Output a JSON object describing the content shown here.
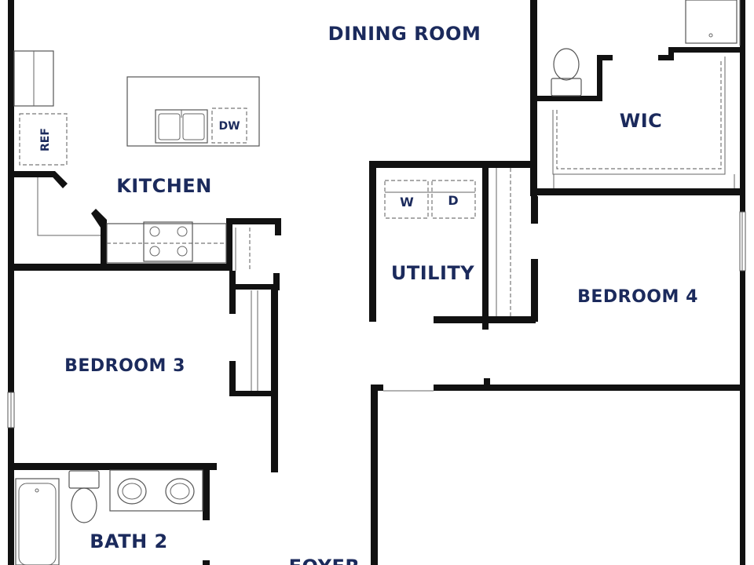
{
  "rooms": {
    "dining_room": "DINING ROOM",
    "wic": "WIC",
    "kitchen": "KITCHEN",
    "utility": "UTILITY",
    "bedroom_4": "BEDROOM 4",
    "bedroom_3": "BEDROOM 3",
    "bath_2": "BATH 2",
    "foyer": "FOYER"
  },
  "appliances": {
    "refrigerator": "REF",
    "dishwasher": "DW",
    "washer": "W",
    "dryer": "D"
  },
  "colors": {
    "label": "#1b2a5c",
    "wall": "#111111",
    "background": "#ffffff"
  }
}
